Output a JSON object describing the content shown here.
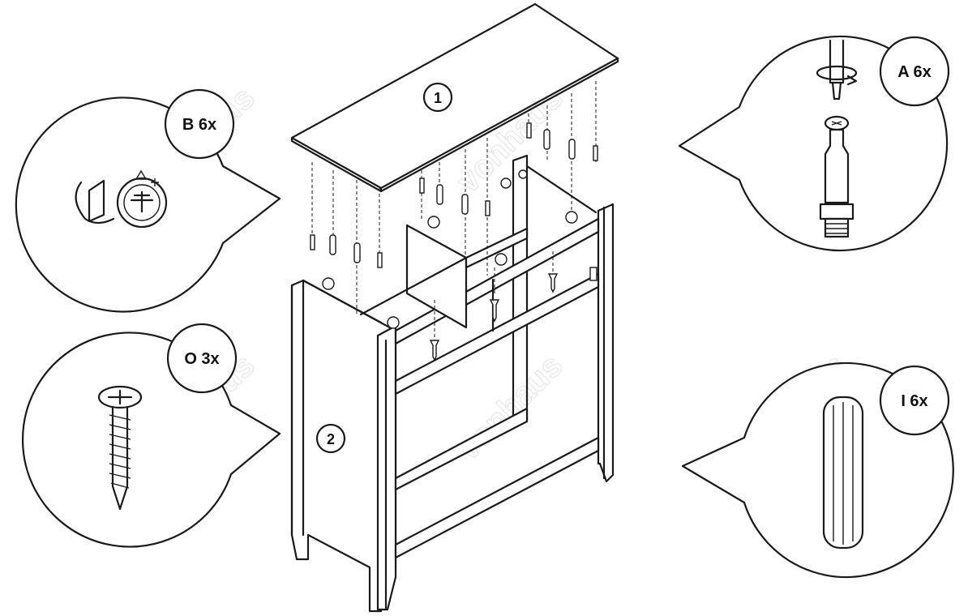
{
  "watermark": "vonhaus",
  "parts": {
    "top_panel": "1",
    "side_panel": "2"
  },
  "callouts": {
    "b": "B 6x",
    "a": "A 6x",
    "o": "O 3x",
    "i": "I 6x"
  },
  "icons": {
    "cam_lock": "cam-lock-icon",
    "cam_bolt": "cam-bolt-icon",
    "screw": "screw-icon",
    "dowel": "wooden-dowel-icon"
  }
}
